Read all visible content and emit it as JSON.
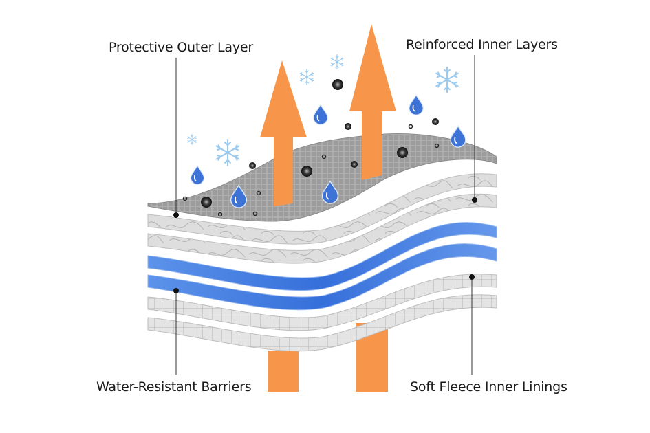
{
  "title": "Layered Fabric Construction Diagram",
  "labels": {
    "outer": "Protective Outer Layer",
    "reinforced": "Reinforced Inner Layers",
    "water": "Water-Resistant Barriers",
    "fleece": "Soft Fleece Inner Linings"
  },
  "layers": [
    {
      "name": "Protective Outer Layer",
      "count": 1,
      "color": "#9a9a9a",
      "pattern": "mesh"
    },
    {
      "name": "Reinforced Inner Layers",
      "count": 2,
      "color": "#dcdcdc",
      "pattern": "marble"
    },
    {
      "name": "Water-Resistant Barriers",
      "count": 2,
      "color": "#2f6fe0",
      "pattern": "none"
    },
    {
      "name": "Soft Fleece Inner Linings",
      "count": 2,
      "color": "#e2e2e2",
      "pattern": "grid"
    }
  ],
  "colors": {
    "arrow": "#f7964a",
    "drop": "#3d73d6",
    "snowflake": "#9ccbf0",
    "particle": "#222222",
    "leader": "#333333"
  },
  "icons": [
    "arrow-up-icon",
    "water-drop-icon",
    "snowflake-icon",
    "particle-icon"
  ]
}
